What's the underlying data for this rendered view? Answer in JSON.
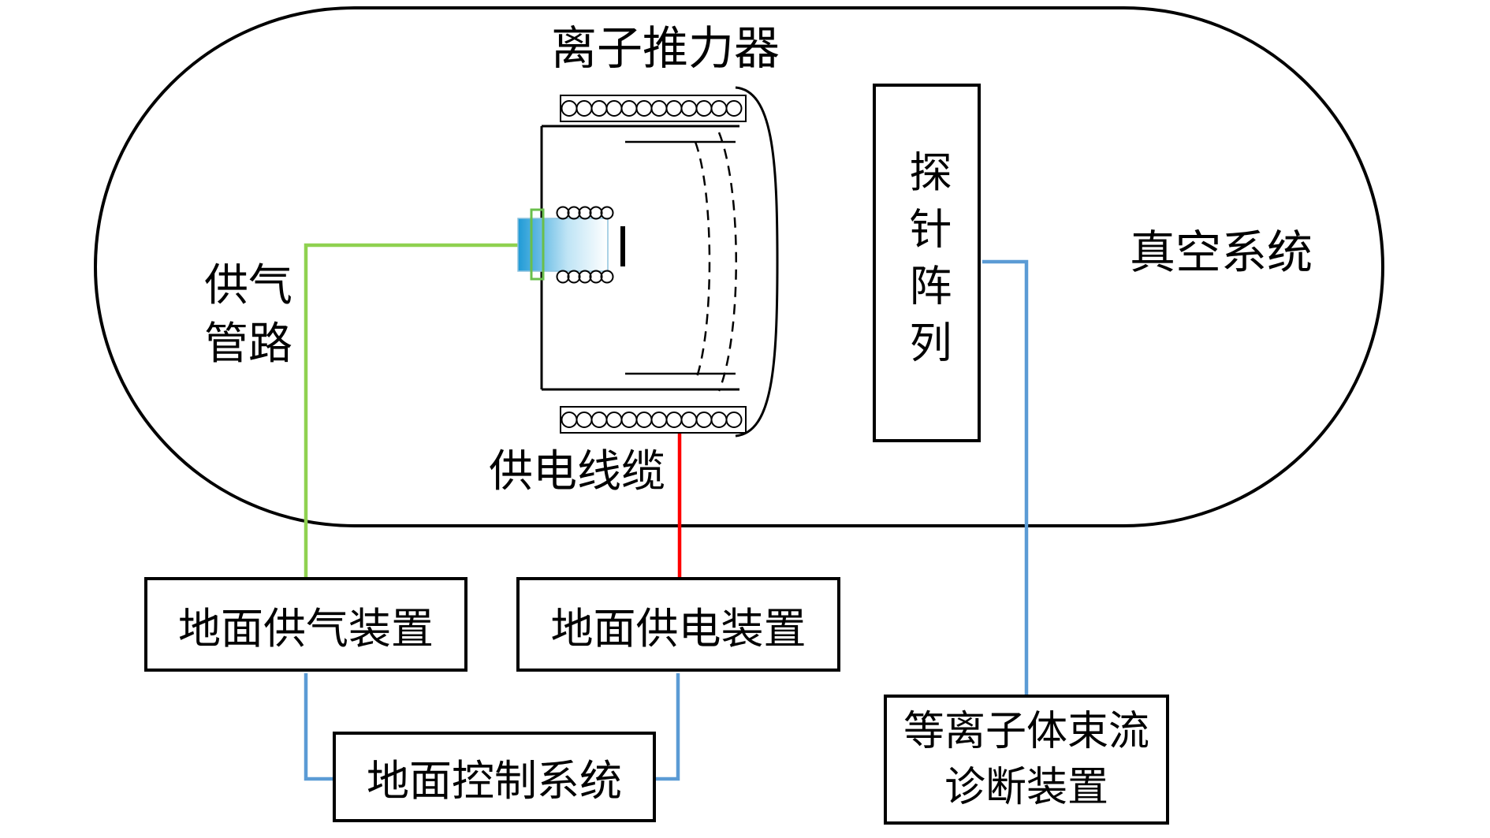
{
  "diagram": {
    "thruster_label": "离子推力器",
    "vacuum_system_label": "真空系统",
    "gas_pipe_label_line1": "供气",
    "gas_pipe_label_line2": "管路",
    "power_cable_label": "供电线缆",
    "probe_array_label": "探针阵列",
    "ground_gas_supply_label": "地面供气装置",
    "ground_power_supply_label": "地面供电装置",
    "ground_control_label": "地面控制系统",
    "diagnostic_label_line1": "等离子体束流",
    "diagnostic_label_line2": "诊断装置",
    "colors": {
      "gas_line": "#8fd150",
      "power_line": "#ff0000",
      "signal_line": "#5b9bd5",
      "outline": "#000000",
      "cathode_green": "#6abf4b"
    }
  }
}
